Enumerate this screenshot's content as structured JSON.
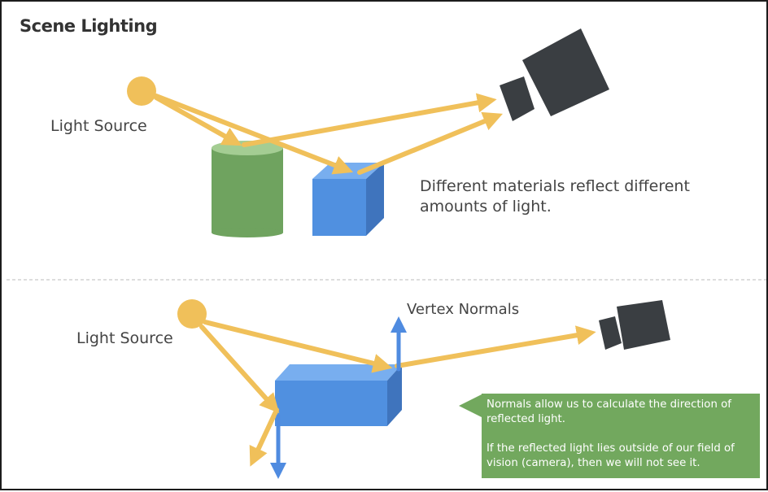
{
  "slide": {
    "title": "Scene Lighting",
    "top_scene": {
      "light_source_label": "Light Source",
      "description": "Different materials reflect different amounts of light."
    },
    "bottom_scene": {
      "light_source_label": "Light Source",
      "normals_label": "Vertex Normals",
      "callout": {
        "line1": "Normals allow us to calculate the direction of reflected light.",
        "line2": "If the reflected light lies outside of our field of vision (camera), then we will not see it."
      }
    }
  },
  "colors": {
    "light": "#f0c05a",
    "ray": "#f0c05a",
    "cylinder": "#6fa35f",
    "cube": "#5090e0",
    "camera": "#3a3e42",
    "normal_arrow": "#4f8be0",
    "callout_bg": "#72a85e",
    "divider": "#bbbbbb"
  }
}
